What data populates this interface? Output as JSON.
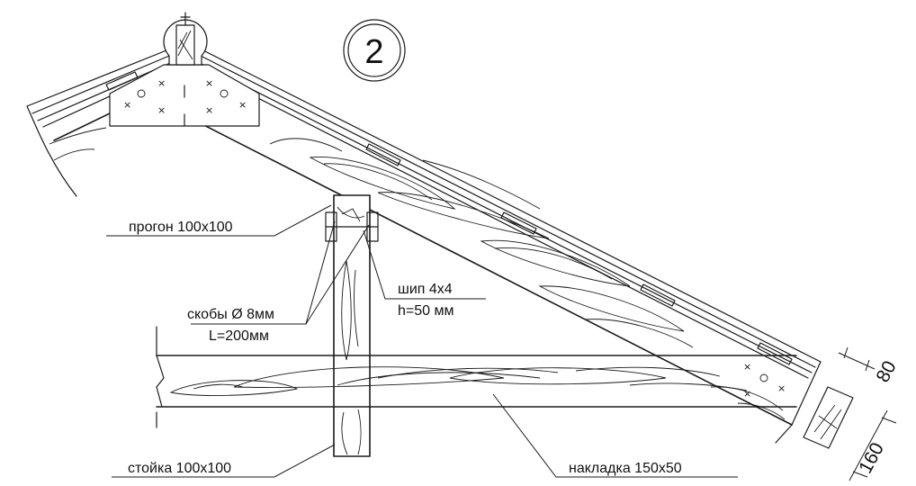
{
  "detail_number": "2",
  "labels": {
    "purlin": "прогон 100x100",
    "staples_line1": "скобы Ø 8мм",
    "staples_line2": "L=200мм",
    "tenon_line1": "шип 4x4",
    "tenon_line2": "h=50 мм",
    "post": "стойка  100x100",
    "overlay": "накладка  150x50"
  },
  "dimensions": {
    "top": "80",
    "bottom": "160"
  },
  "colors": {
    "ink": "#1a1a1a",
    "background": "#ffffff"
  }
}
